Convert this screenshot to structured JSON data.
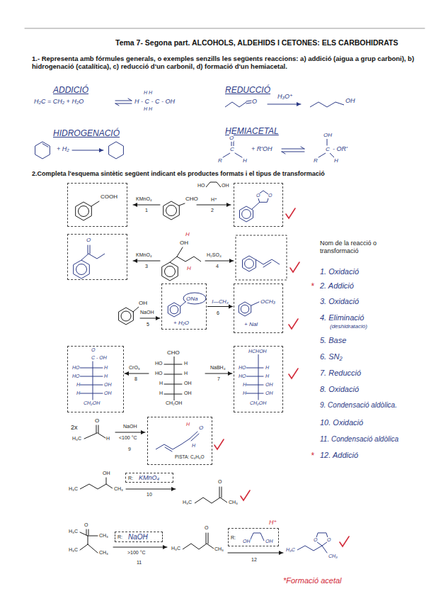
{
  "diagram": {
    "title": "Tema 7- Segona part. ALCOHOLS, ALDEHIDS I CETONES: ELS CARBOHIDRATS",
    "nodes": [
      {
        "text": [
          "COOH"
        ]
      },
      {
        "text": [
          "O",
          "O"
        ]
      },
      {
        "text": [
          "O"
        ]
      },
      {
        "text": [
          "ONa",
          "+ H₂O"
        ]
      },
      {
        "text": [
          "OCH₃",
          "+ NaI"
        ]
      },
      {
        "text": [
          "O",
          "C - OH",
          "HO",
          "H",
          "HO",
          "H",
          "H",
          "OH",
          "H",
          "OH",
          "CH₂OH"
        ]
      },
      {
        "text": [
          "HCHOH",
          "HO",
          "H",
          "HO",
          "H",
          "H",
          "OH",
          "H",
          "OH",
          "CH₂OH"
        ]
      },
      {
        "text": [
          "H",
          "O",
          "H",
          "PISTA: C₄H₆O"
        ]
      },
      {
        "text": [
          "R:",
          "KMnO₄"
        ]
      },
      {
        "text": [
          "R:",
          "NaOH"
        ]
      },
      {
        "text": [
          "R:",
          "OH",
          "OH"
        ]
      }
    ],
    "edges": [
      {
        "from": 3,
        "to": 4,
        "arrow": "to",
        "label": "I—CH₃"
      }
    ],
    "labels": [
      "1.- Representa amb fórmules generals, o exemples senzills  les següents reaccions: a) addició (aigua a grup carboni), b) hidrogenació (catalítica), c) reducció d'un carbonil, d) formació d'un hemiacetal.",
      "ADDICIÓ",
      "H₂C = CH₂ + H₂O",
      "H  H",
      "H - C - C - OH",
      "H  H",
      "REDUCCIÓ",
      "O",
      "H₃O⁺",
      "OH",
      "HIDROGENACIÓ",
      "+ H₂",
      "HEMIACETAL",
      "O",
      "C",
      "R",
      "H",
      "+ R'OH",
      "OH",
      "C",
      "- OR'",
      "R",
      "H",
      "2.Completa l'esquema sintètic següent indicant els productes formats i el tipus de transformació",
      "KMnO₄",
      "1",
      "CHO",
      "HO",
      "OH",
      "H⁺",
      "2",
      "KMnO₄",
      "3",
      "OH",
      "H",
      "H",
      "H₂SO₄",
      "4",
      "Nom de la reacció o transformació",
      "1. Oxidació",
      "*",
      "2. Addició",
      "3. Oxidació",
      "4. Eliminació",
      "(deshidratació)",
      "5. Base",
      "6. SN₂",
      "7. Reducció",
      "8. Oxidació",
      "9. Condensació aldòlica.",
      "10. Oxidació",
      "11. Condensació aldòlica",
      "*",
      "12. Addició",
      "OH",
      "NaOH",
      "5",
      "6",
      "CHO",
      "HO",
      "H",
      "HO",
      "H",
      "H",
      "OH",
      "H",
      "OH",
      "CH₂OH",
      "CrO₃",
      "8",
      "NaBH₄",
      "7",
      "2x",
      "O",
      "H₃C",
      "H",
      "NaOH",
      "<100 °C",
      "9",
      "OH",
      "H₃C",
      "CH₃",
      "10",
      "O",
      "H₃C",
      "CH₃",
      "O",
      "H₃C",
      "CH₃",
      "H₃C",
      "CH₃",
      ">100 °C",
      "11",
      "O",
      "H₃C",
      "CH₃",
      "H⁺",
      "12",
      "O",
      "O",
      "H₃C",
      "CH₃",
      "*Formació acetal"
    ]
  }
}
